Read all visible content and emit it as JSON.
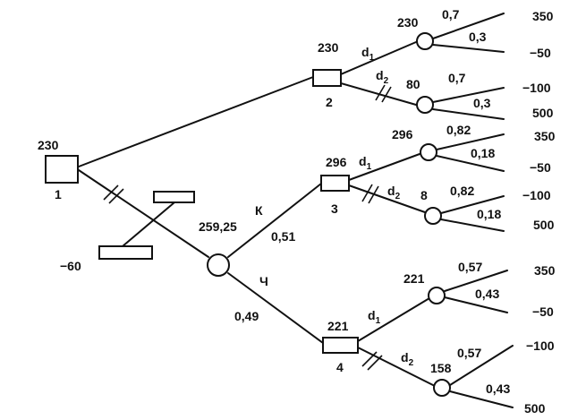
{
  "root_value": "230",
  "root_id": "1",
  "decline_value": "−60",
  "chance_center_value": "259,25",
  "branch_k_label": "К",
  "branch_k_prob": "0,51",
  "branch_ch_label": "Ч",
  "branch_ch_prob": "0,49",
  "d1_main": "d",
  "d1_sub": "1",
  "d2_main": "d",
  "d2_sub": "2",
  "node2": {
    "value": "230",
    "id": "2",
    "d1_value": "230",
    "d2_value": "80",
    "d1_probs": [
      "0,7",
      "0,3"
    ],
    "d1_payoffs": [
      "350",
      "−50"
    ],
    "d2_probs": [
      "0,7",
      "0,3"
    ],
    "d2_payoffs": [
      "−100",
      "500"
    ]
  },
  "node3": {
    "value": "296",
    "id": "3",
    "d1_value": "296",
    "d2_value": "8",
    "d1_probs": [
      "0,82",
      "0,18"
    ],
    "d1_payoffs": [
      "350",
      "−50"
    ],
    "d2_probs": [
      "0,82",
      "0,18"
    ],
    "d2_payoffs": [
      "−100",
      "500"
    ]
  },
  "node4": {
    "value": "221",
    "id": "4",
    "d1_value": "221",
    "d2_value": "158",
    "d1_probs": [
      "0,57",
      "0,43"
    ],
    "d1_payoffs": [
      "350",
      "−50"
    ],
    "d2_probs": [
      "0,57",
      "0,43"
    ],
    "d2_payoffs": [
      "−100",
      "500"
    ]
  }
}
